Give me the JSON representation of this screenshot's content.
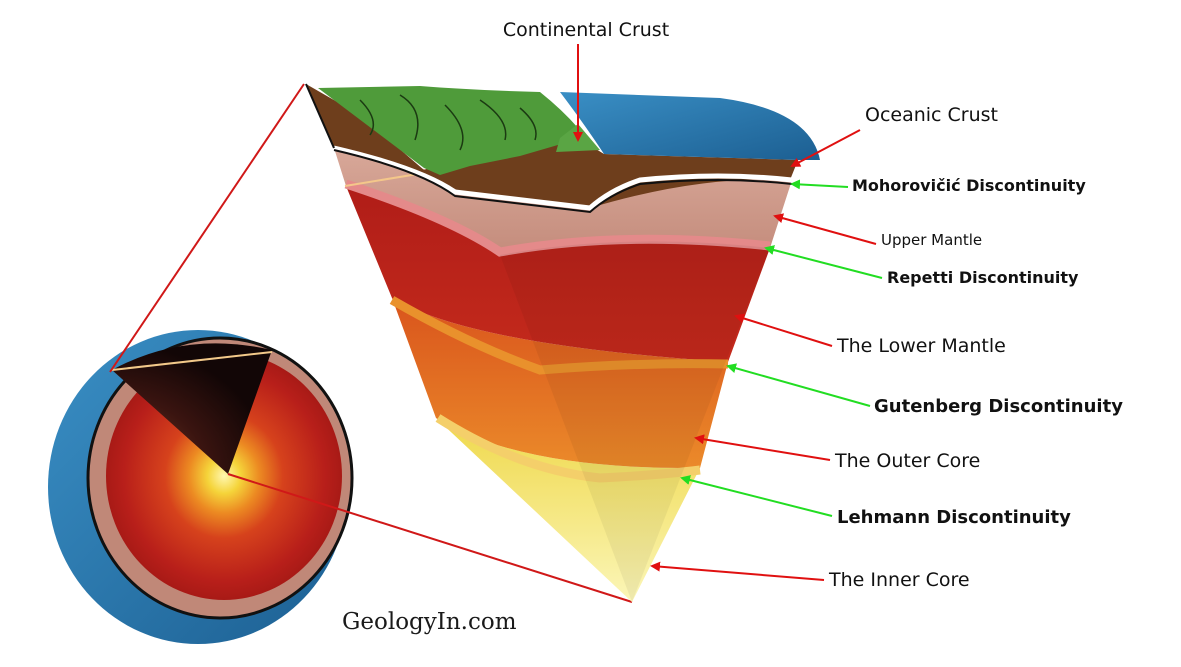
{
  "labels": {
    "continental_crust": "Continental Crust",
    "oceanic_crust": "Oceanic Crust",
    "moho": "Mohorovičić Discontinuity",
    "upper_mantle": "Upper Mantle",
    "repetti": "Repetti Discontinuity",
    "lower_mantle": "The Lower Mantle",
    "gutenberg": "Gutenberg Discontinuity",
    "outer_core": "The Outer Core",
    "lehmann": "Lehmann Discontinuity",
    "inner_core": "The Inner Core"
  },
  "watermark": "GeologyIn.com",
  "colors": {
    "layer_arrow": "#e01010",
    "discontinuity_arrow": "#22dd22",
    "ocean": "#2f7fb5",
    "land": "#4f9b3a",
    "crust": "#6e3e1c",
    "upper_mantle": "#c99a88",
    "lower_mantle": "#b5231b",
    "outer_core": "#e0661e",
    "inner_core": "#f2e870"
  }
}
